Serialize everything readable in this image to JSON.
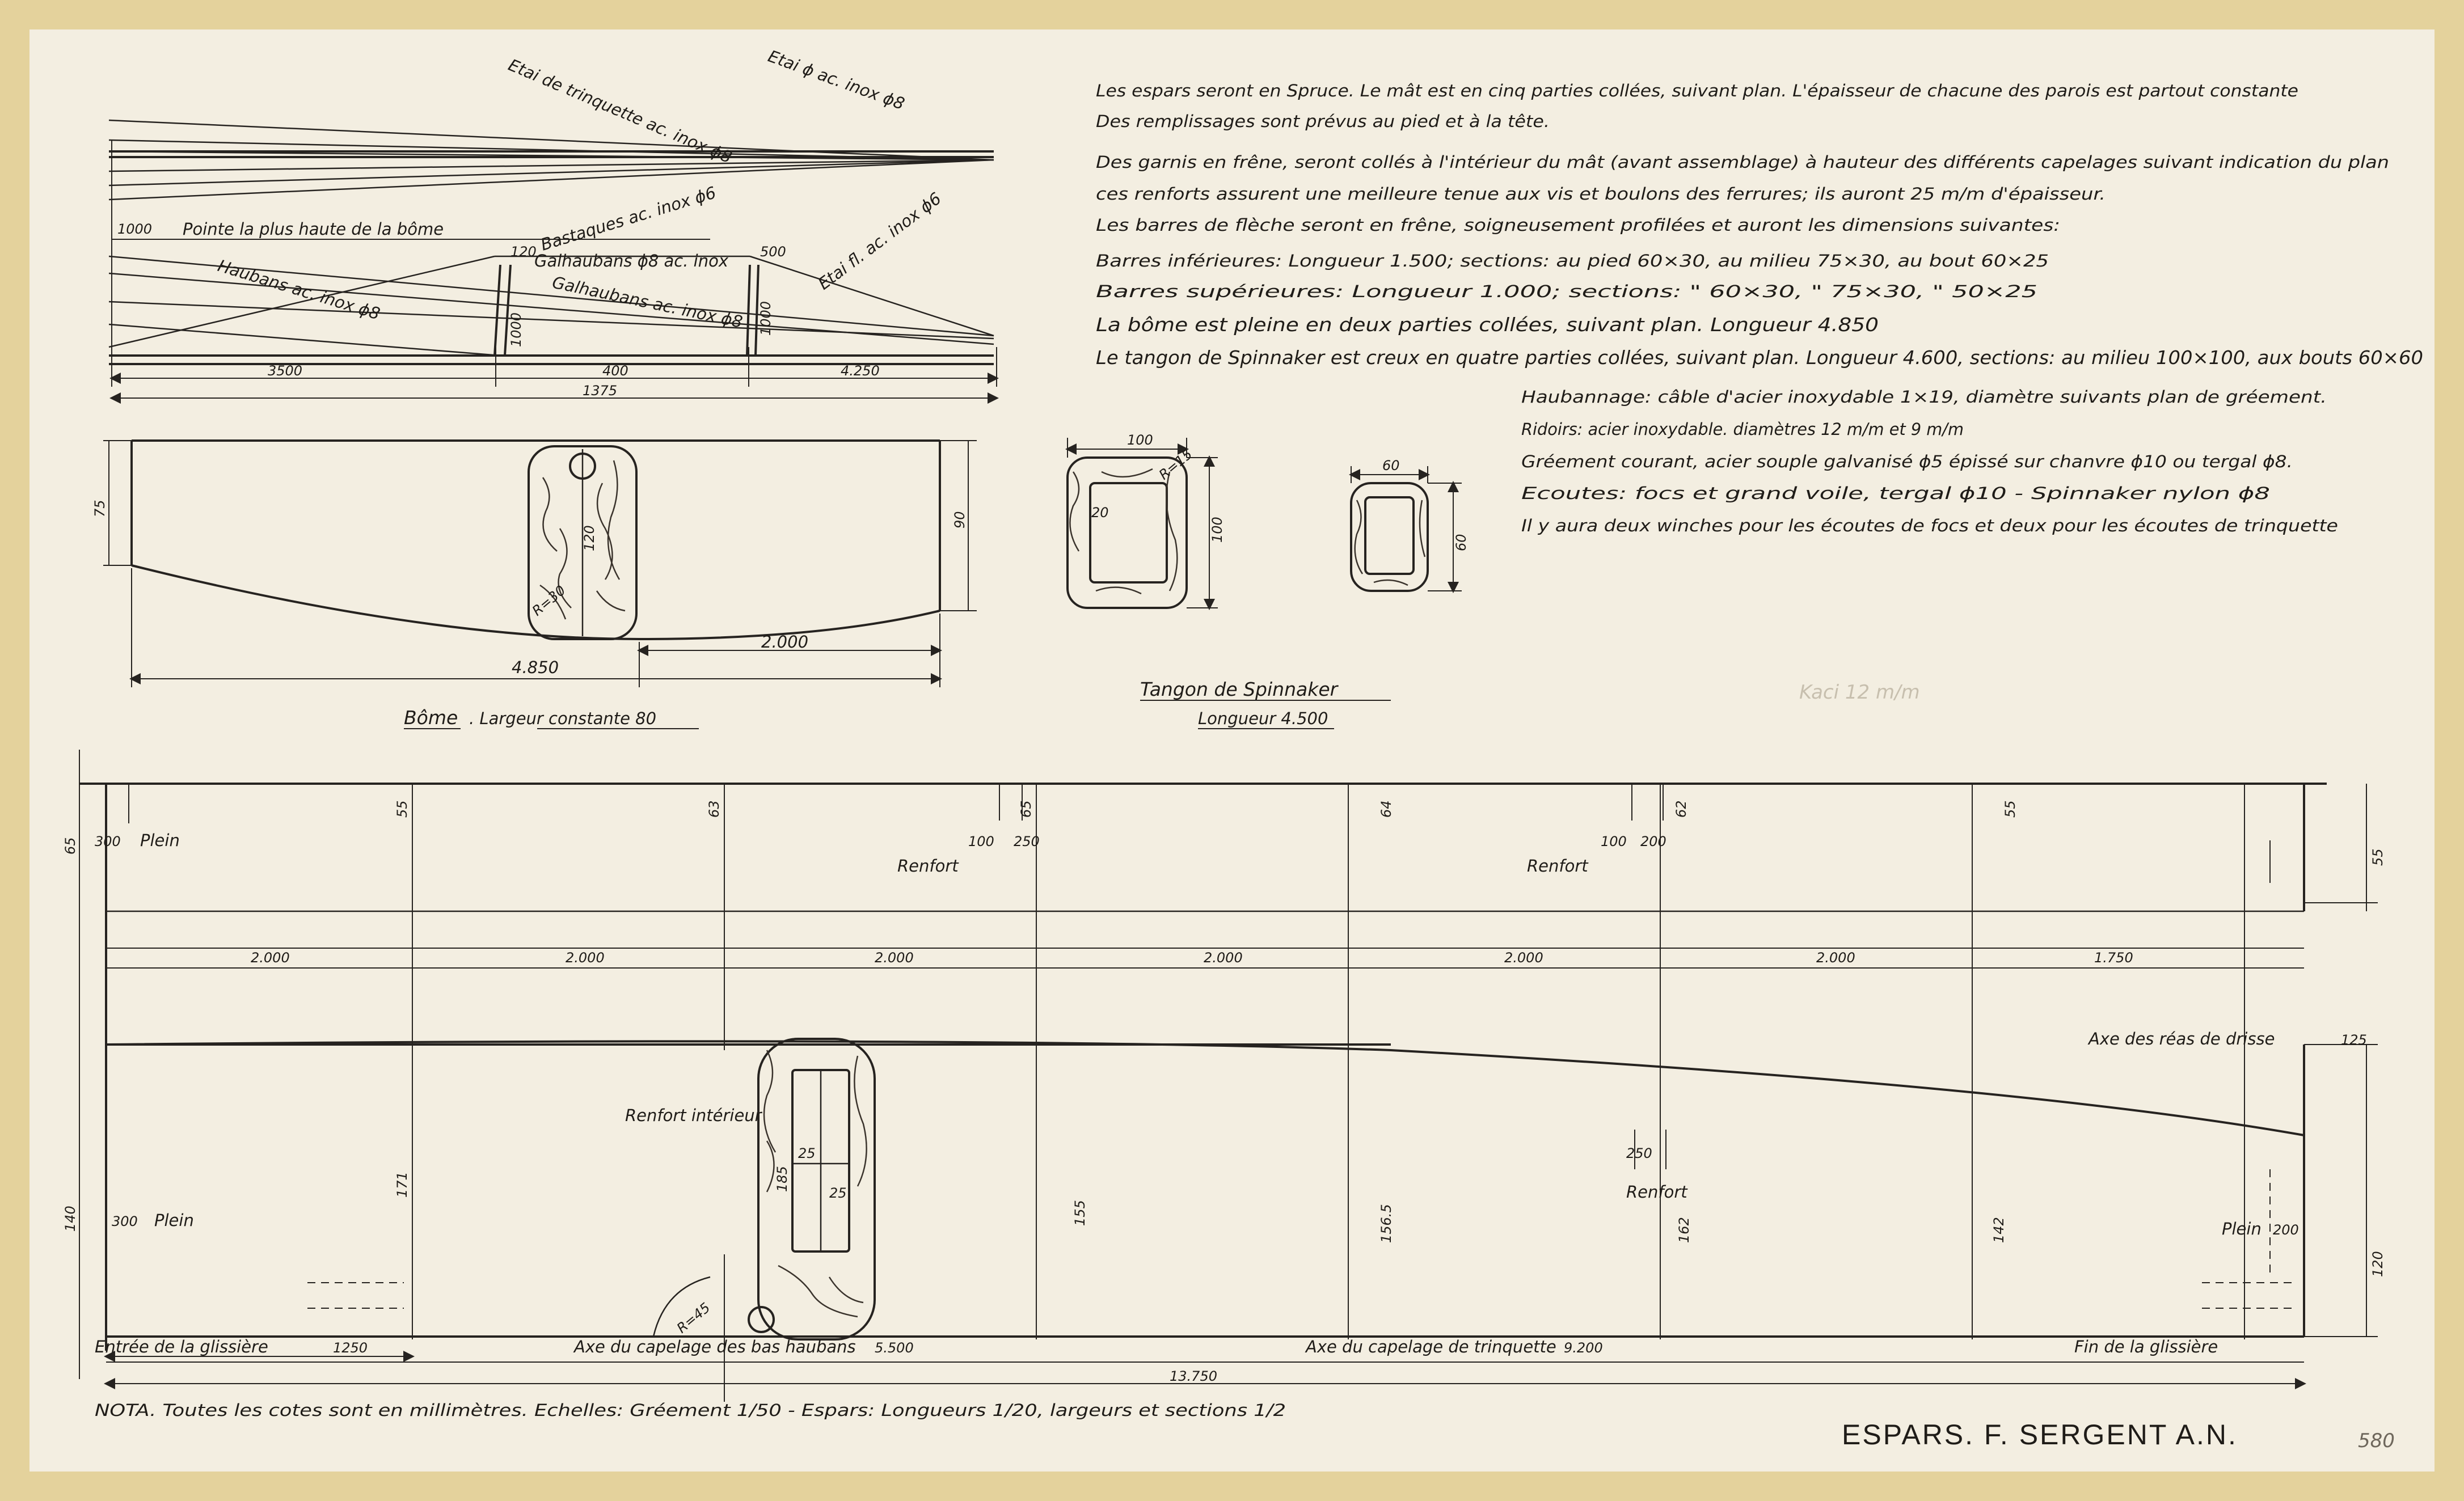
{
  "rigging": {
    "labels": {
      "etai_trinquette": "Etai de trinquette ac. inox ϕ8",
      "etai": "Etai ϕ ac. inox ϕ8",
      "pointe": "Pointe la plus haute de la bôme",
      "pointe_dim": "1000",
      "bastaques": "Bastaques ac. inox ϕ6",
      "etai_fl": "Etai fl. ac. inox ϕ6",
      "galhaubans_1": "Galhaubans ϕ8 ac. inox",
      "galhaubans_2": "Galhaubans ac. inox ϕ8",
      "haubans": "Haubans ac. inox ϕ8",
      "spreader_top": "120",
      "spreader_bot": "500",
      "spreader_h1": "1000",
      "spreader_h2": "1000"
    },
    "dims": {
      "d1": "3500",
      "d2": "400",
      "d3": "4.250",
      "total": "1375"
    }
  },
  "boom": {
    "dim_left": "75",
    "dim_right": "90",
    "section_h": "120",
    "radius": "R=30",
    "len_total": "4.850",
    "len_part": "2.000",
    "caption_title": "Bôme",
    "caption_rest": ". Largeur constante 80"
  },
  "spinnaker": {
    "sec1_w": "100",
    "sec1_h": "100",
    "sec1_r": "R=15",
    "sec1_t": "20",
    "sec2_w": "60",
    "sec2_h": "60",
    "caption_title": "Tangon de Spinnaker",
    "caption_len": "Longueur 4.500"
  },
  "notes": {
    "lines": [
      "Les espars seront en Spruce. Le mât est en cinq parties collées, suivant plan. L'épaisseur de chacune des parois est partout constante",
      "Des remplissages sont prévus au pied et à la tête.",
      "Des garnis en frêne, seront collés à l'intérieur du mât (avant assemblage) à hauteur des différents capelages suivant indication du plan",
      "ces renforts assurent une meilleure tenue aux vis et boulons des ferrures; ils auront 25 m/m d'épaisseur.",
      "Les barres de flèche seront en frêne, soigneusement profilées et auront les dimensions suivantes:",
      "Barres inférieures: Longueur 1.500; sections: au pied 60×30, au milieu 75×30, au bout 60×25",
      "Barres supérieures: Longueur 1.000; sections:      \"  60×30,       \"  75×30,       \"  50×25",
      "La bôme est pleine en deux parties collées, suivant plan. Longueur 4.850",
      "Le tangon de Spinnaker est creux en quatre parties collées, suivant plan. Longueur 4.600, sections: au milieu 100×100, aux bouts 60×60"
    ],
    "lines2": [
      "Haubannage: câble d'acier inoxydable 1×19, diamètre suivants plan de gréement.",
      "Ridoirs: acier inoxydable. diamètres 12 m/m et 9 m/m",
      "Gréement courant, acier souple galvanisé ϕ5 épissé sur chanvre ϕ10 ou tergal ϕ8.",
      "Ecoutes: focs et grand voile, tergal ϕ10 - Spinnaker nylon ϕ8",
      "Il y aura deux winches pour les écoutes de focs et deux pour les écoutes de trinquette"
    ]
  },
  "faint_note": "Kaci 12 m/m",
  "mast": {
    "left_top_dim": "65",
    "left_top_label": "300",
    "plein_1": "Plein",
    "plein_2": "Plein",
    "plein_right": "Plein",
    "plein_right_dim": "200",
    "left_bot_dim": "140",
    "left_bot_label": "300",
    "right_top_dim": "55",
    "right_mid_dim": "125",
    "right_bot_dim": "120",
    "top_widths": [
      "55",
      "63",
      "65",
      "64",
      "62",
      "55"
    ],
    "renfort_1": "Renfort",
    "renfort_1_a": "100",
    "renfort_1_b": "250",
    "renfort_2": "Renfort",
    "renfort_2_a": "100",
    "renfort_2_b": "200",
    "renfort_3": "Renfort",
    "renfort_3_a": "250",
    "renfort_int": "Renfort intérieur",
    "segments": [
      "2.000",
      "2.000",
      "2.000",
      "2.000",
      "2.000",
      "2.000",
      "1.750"
    ],
    "axe_reas": "Axe des réas de drisse",
    "heights": [
      "171",
      "155",
      "156.5",
      "162",
      "142"
    ],
    "sec_h": "185",
    "sec_t1": "25",
    "sec_t2": "25",
    "sec_r": "R=45",
    "entree": "Entrée de la glissière",
    "entree_dim": "1250",
    "axe_bas": "Axe du capelage des bas haubans",
    "axe_bas_dim": "5.500",
    "axe_trinq": "Axe du capelage de trinquette",
    "axe_trinq_dim": "9.200",
    "total_len": "13.750",
    "fin": "Fin de la glissière"
  },
  "footer": {
    "nota": "NOTA. Toutes les cotes sont en millimètres. Echelles: Gréement 1/50 - Espars: Longueurs 1/20, largeurs et sections 1/2",
    "title": "ESPARS. F. SERGENT A.N.",
    "page": "580"
  }
}
